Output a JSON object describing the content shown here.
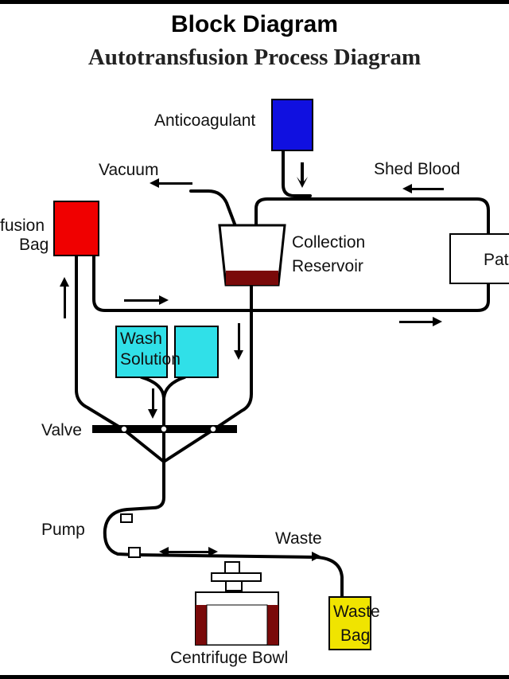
{
  "header": {
    "title": "Block Diagram",
    "subtitle": "Autotransfusion Process Diagram"
  },
  "labels": {
    "anticoagulant": "Anticoagulant",
    "vacuum": "Vacuum",
    "shed_blood": "Shed Blood",
    "reinfusion_bag_line1": "fusion",
    "reinfusion_bag_line2": "Bag",
    "collection_reservoir_line1": "Collection",
    "collection_reservoir_line2": "Reservoir",
    "patient": "Pat",
    "wash_solution_line1": "Wash",
    "wash_solution_line2": "Solution",
    "valve": "Valve",
    "pump": "Pump",
    "waste": "Waste",
    "waste_bag_line1": "Waste",
    "waste_bag_line2": "Bag",
    "centrifuge_bowl": "Centrifuge Bowl"
  },
  "colors": {
    "anticoagulant": "#1010e0",
    "reinfusion_bag": "#f00000",
    "wash_solution": "#30e0e8",
    "waste_bag": "#f0e400",
    "blood": "#7a0a0a"
  }
}
